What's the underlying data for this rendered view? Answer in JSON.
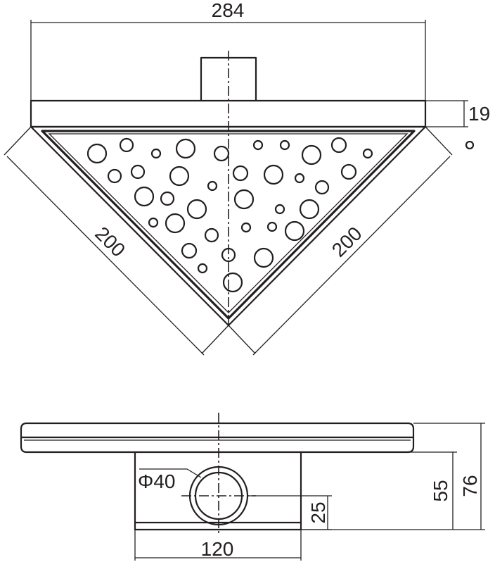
{
  "dimensions": {
    "overall_width": "284",
    "flange_thickness": "19",
    "side_length_left": "200",
    "side_length_right": "200",
    "outlet_diameter": "Φ40",
    "outlet_height": "25",
    "body_height": "55",
    "total_height": "76",
    "body_width": "120"
  },
  "colors": {
    "line": "#231f20",
    "background": "#ffffff"
  }
}
